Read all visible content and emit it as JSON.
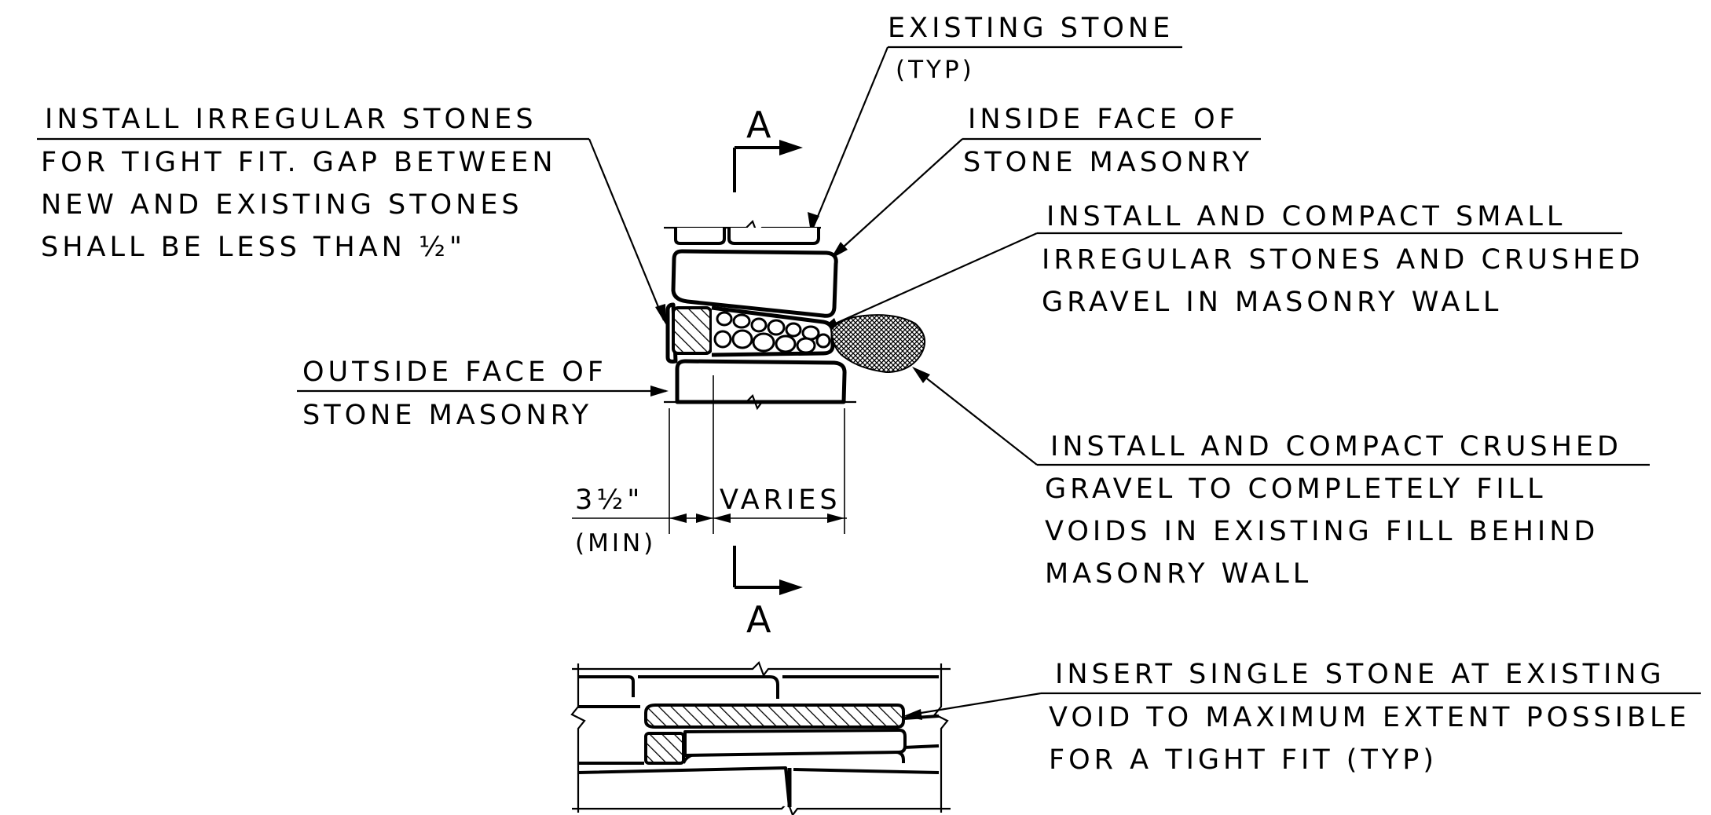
{
  "notes": {
    "existing_stone": [
      "EXISTING STONE",
      "(TYP)"
    ],
    "install_irregular": [
      "INSTALL IRREGULAR STONES",
      "FOR TIGHT FIT. GAP BETWEEN",
      "NEW AND EXISTING STONES",
      "SHALL BE LESS THAN ½\""
    ],
    "inside_face": [
      "INSIDE FACE OF",
      "STONE MASONRY"
    ],
    "install_compact_small": [
      "INSTALL AND COMPACT SMALL",
      "IRREGULAR STONES AND CRUSHED",
      "GRAVEL IN MASONRY WALL"
    ],
    "outside_face": [
      "OUTSIDE FACE OF",
      "STONE MASONRY"
    ],
    "install_compact_crushed": [
      "INSTALL AND COMPACT CRUSHED",
      "GRAVEL TO COMPLETELY FILL",
      "VOIDS IN EXISTING FILL BEHIND",
      "MASONRY WALL"
    ],
    "insert_single": [
      "INSERT SINGLE STONE AT EXISTING",
      "VOID TO MAXIMUM EXTENT POSSIBLE",
      "FOR A TIGHT FIT (TYP)"
    ]
  },
  "dimensions": {
    "min_depth": "3½\"",
    "min_label": "(MIN)",
    "varies": "VARIES"
  },
  "section_marks": {
    "top": "A",
    "bottom": "A"
  }
}
